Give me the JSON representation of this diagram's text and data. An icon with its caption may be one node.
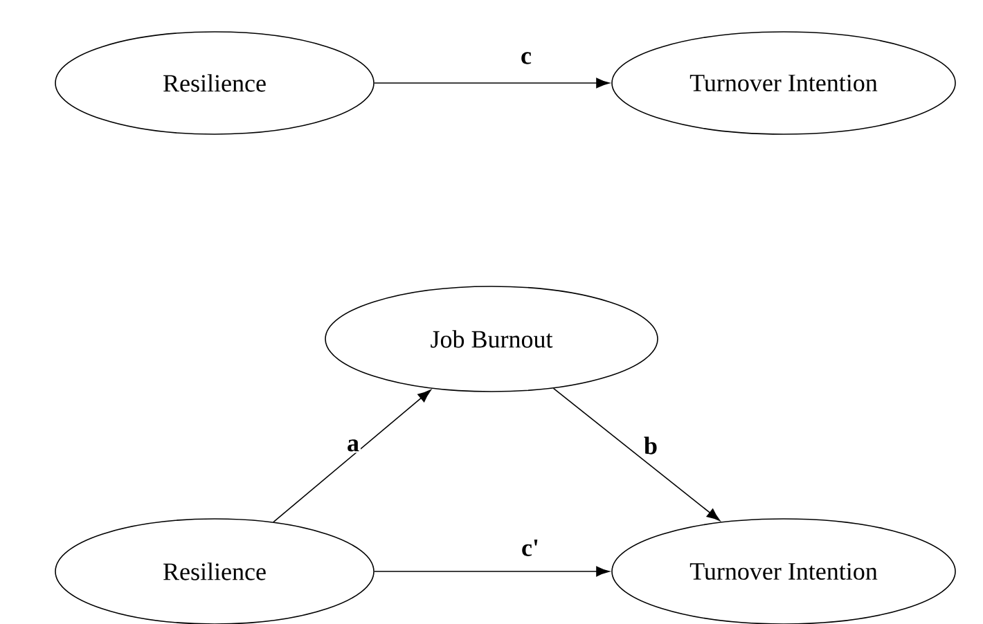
{
  "diagram": {
    "nodes": [
      {
        "text": [
          "Resilience"
        ]
      },
      {
        "text": [
          "Turnover Intention"
        ]
      },
      {
        "text": [
          "Job Burnout"
        ]
      },
      {
        "text": [
          "Resilience"
        ]
      },
      {
        "text": [
          "Turnover Intention"
        ]
      }
    ],
    "edges": [
      {
        "from": 0,
        "to": 1,
        "arrow": "to",
        "label": "c"
      },
      {
        "from": 3,
        "to": 2,
        "arrow": "to",
        "label": "a"
      },
      {
        "from": 2,
        "to": 4,
        "arrow": "to",
        "label": "b"
      },
      {
        "from": 3,
        "to": 4,
        "arrow": "to",
        "label": "c'"
      }
    ]
  }
}
